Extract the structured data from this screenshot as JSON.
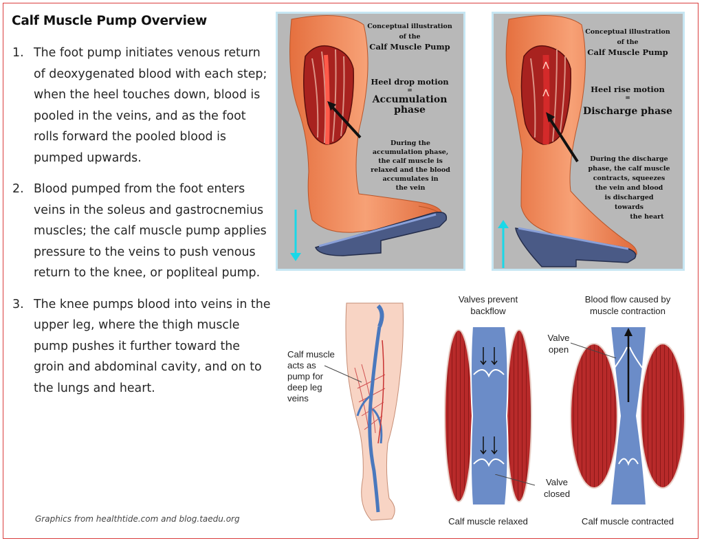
{
  "title": "Calf Muscle Pump Overview",
  "steps": [
    {
      "num": "1.",
      "text": "The foot pump initiates venous return of deoxygenated blood with each step; when the heel touches down, blood is pooled in the veins, and as the foot rolls forward the pooled blood is pumped upwards."
    },
    {
      "num": "2.",
      "text": "Blood pumped from the foot enters veins in the soleus and gastrocnemius muscles;  the calf muscle pump applies pressure to the veins to push venous return to the knee, or popliteal pump."
    },
    {
      "num": "3.",
      "text": "The knee pumps blood into veins in the upper leg, where the thigh muscle pump pushes it further toward the groin and abdominal cavity, and on to the lungs and heart."
    }
  ],
  "credit": "Graphics from healthtide.com and blog.taedu.org",
  "panel_left": {
    "caption_1": "Conceptual illustration",
    "caption_2": "of the",
    "caption_3": "Calf Muscle Pump",
    "motion": "Heel drop motion",
    "equals": "=",
    "phase_1": "Accumulation",
    "phase_2": "phase",
    "desc_1": "During the",
    "desc_2": "accumulation phase,",
    "desc_3": "the calf muscle is",
    "desc_4": "relaxed and the blood",
    "desc_5": "accumulates in",
    "desc_6": "the vein",
    "arrow_direction": "down"
  },
  "panel_right": {
    "caption_1": "Conceptual illustration",
    "caption_2": "of the",
    "caption_3": "Calf Muscle Pump",
    "motion": "Heel rise motion",
    "equals": "=",
    "phase": "Discharge phase",
    "desc_1": "During the discharge",
    "desc_2": "phase, the calf muscle",
    "desc_3": "contracts, squeezes",
    "desc_4": "the vein and blood",
    "desc_5": "is discharged",
    "desc_6": "towards",
    "desc_7": "the heart",
    "arrow_direction": "up"
  },
  "leg_diagram": {
    "label_1": "Calf muscle",
    "label_2": "acts as",
    "label_3": "pump for",
    "label_4": "deep leg",
    "label_5": "veins"
  },
  "valve_diagram": {
    "valves_prevent_1": "Valves prevent",
    "valves_prevent_2": "backflow",
    "blood_flow_1": "Blood flow caused by",
    "blood_flow_2": "muscle contraction",
    "valve_open_1": "Valve",
    "valve_open_2": "open",
    "valve_closed_1": "Valve",
    "valve_closed_2": "closed",
    "relaxed": "Calf muscle relaxed",
    "contracted": "Calf muscle contracted"
  },
  "colors": {
    "frame": "#d93c3c",
    "panel_border": "#c6e6f3",
    "panel_bg": "#b8b8b8",
    "skin": "#f08a5a",
    "muscle": "#b8282a",
    "vein": "#4a78bd",
    "cyan_arrow": "#19d8e8"
  }
}
